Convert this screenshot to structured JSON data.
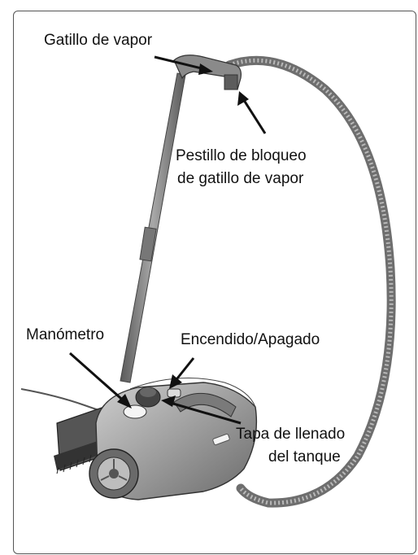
{
  "labels": {
    "steam_trigger": "Gatillo de vapor",
    "trigger_lock_line1": "Pestillo de bloqueo",
    "trigger_lock_line2": "de gatillo de vapor",
    "pressure_gauge": "Manómetro",
    "power": "Encendido/Apagado",
    "fill_cap_line1": "Tapa de llenado",
    "fill_cap_line2": "del tanque"
  },
  "colors": {
    "body": "#9a9a9a",
    "dark": "#4a4a4a",
    "arrow": "#111111",
    "frame": "#555555"
  }
}
